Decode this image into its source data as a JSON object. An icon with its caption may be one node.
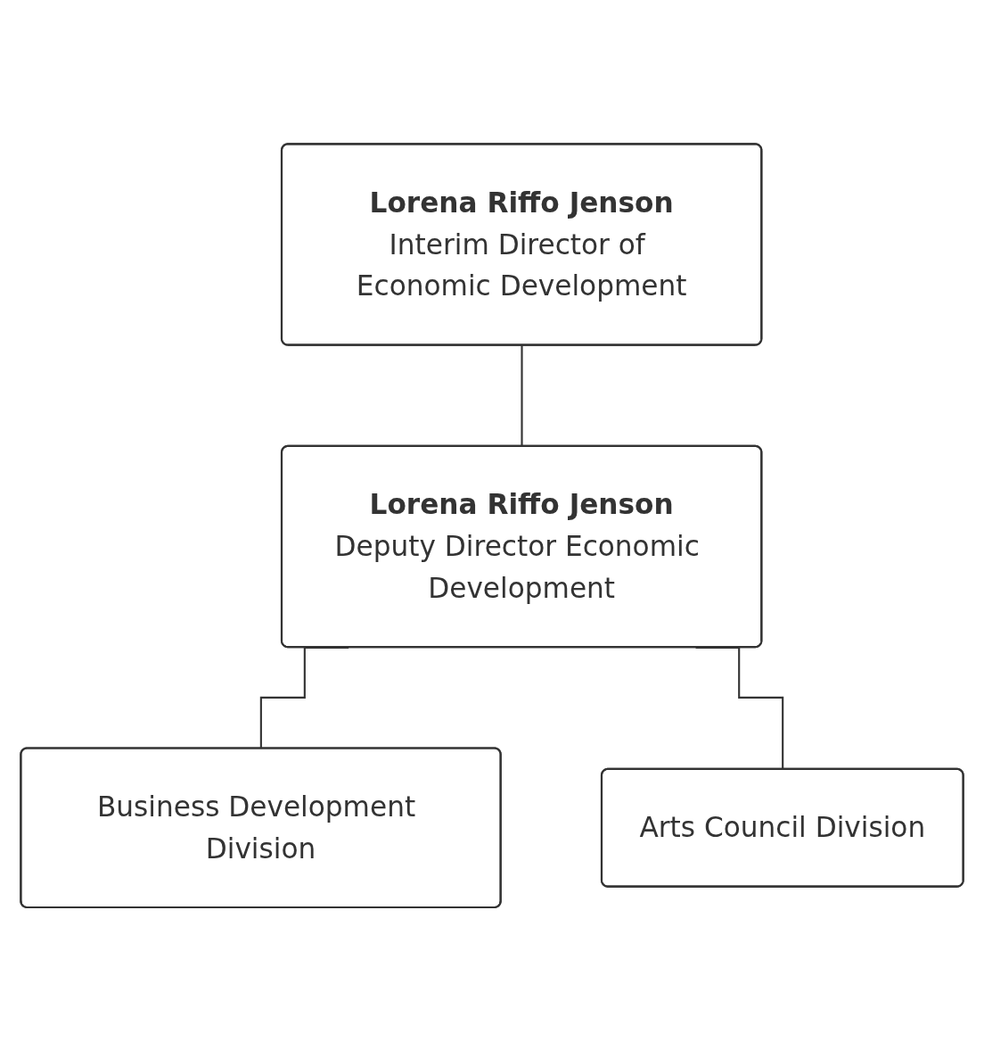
{
  "diagram": {
    "nodes": [
      {
        "text": [
          "Lorena Riffo Jenson",
          "Interim Director of Economic Development"
        ]
      },
      {
        "text": [
          "Lorena Riffo Jenson",
          "Deputy Director Economic Development"
        ]
      },
      {
        "text": [
          "Business Development Division"
        ]
      },
      {
        "text": [
          "Arts Council Division"
        ]
      }
    ],
    "edges": [
      {
        "from": 0,
        "to": 1,
        "arrow": "none"
      },
      {
        "from": 1,
        "to": 2,
        "arrow": "none"
      },
      {
        "from": 1,
        "to": 3,
        "arrow": "none"
      }
    ]
  }
}
